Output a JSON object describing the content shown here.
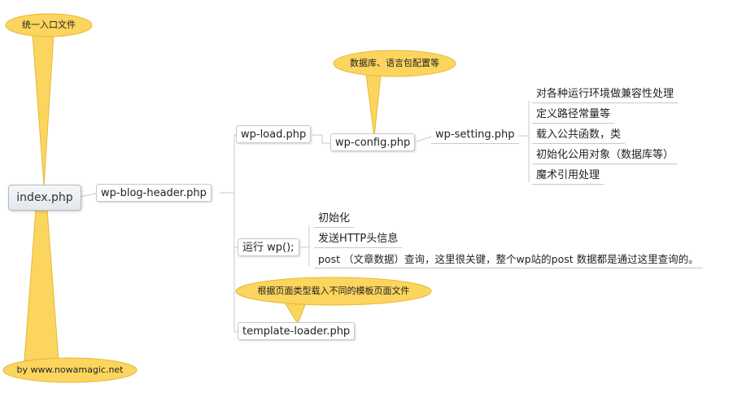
{
  "colors": {
    "callout_fill": "#fcd55e",
    "callout_stroke": "#e4b936",
    "line": "#c8c8c8"
  },
  "root": {
    "label": "index.php"
  },
  "callouts": {
    "unified_entry": "统一入口文件",
    "credit": "by www.nowamagic.net",
    "db_lang_config": "数据库、语言包配置等",
    "template_note": "根据页面类型载入不同的模板页面文件"
  },
  "tree": {
    "blog_header": "wp-blog-header.php",
    "wp_load": "wp-load.php",
    "wp_config": "wp-config.php",
    "wp_setting": "wp-setting.php",
    "setting_items": [
      "对各种运行环境做兼容性处理",
      "定义路径常量等",
      "载入公共函数，类",
      "初始化公用对象（数据库等）",
      "魔术引用处理"
    ],
    "run_wp": "运行 wp();",
    "run_items": [
      "初始化",
      "发送HTTP头信息",
      "post （文章数据）查询，这里很关键，整个wp站的post 数据都是通过这里查询的。"
    ],
    "template_loader": "template-loader.php"
  }
}
